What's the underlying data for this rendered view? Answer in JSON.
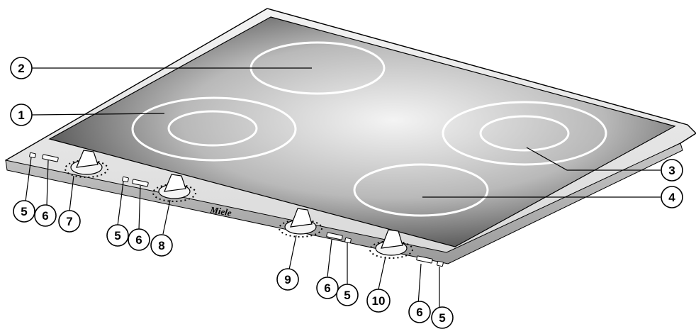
{
  "brand_logo": "Miele",
  "callouts": {
    "c2": "2",
    "c1": "1",
    "c3": "3",
    "c4": "4",
    "c5a": "5",
    "c6a": "6",
    "c7": "7",
    "c5b": "5",
    "c6b": "6",
    "c8": "8",
    "c9": "9",
    "c6c": "6",
    "c5c": "5",
    "c10": "10",
    "c6d": "6",
    "c5d": "5"
  },
  "colors": {
    "glass_dark": "#2a2a2a",
    "glass_light": "#f2f2f2",
    "frame": "#e6e6e6",
    "outline": "#000000",
    "zone_ring": "#ffffff"
  }
}
